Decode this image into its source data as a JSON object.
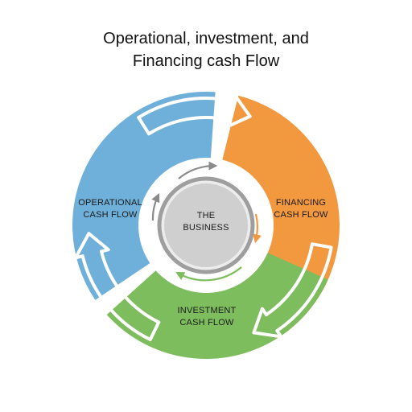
{
  "title": {
    "line1": "Operational, investment, and",
    "line2": "Financing cash Flow"
  },
  "hub": {
    "line1": "THE",
    "line2": "BUSINESS"
  },
  "segments": [
    {
      "id": "operational",
      "line1": "OPERATIONAL",
      "line2": "CASH FLOW",
      "color": "#6FB0DA"
    },
    {
      "id": "financing",
      "line1": "FINANCING",
      "line2": "CASH FLOW",
      "color": "#F2983E"
    },
    {
      "id": "investment",
      "line1": "INVESTMENT",
      "line2": "CASH FLOW",
      "color": "#7EBD5E"
    }
  ],
  "colors": {
    "hub_fill": "#CFCFCF",
    "hub_ring": "#9E9E9E",
    "inner_arrow": "#8A8A8A",
    "inner_arrow_orange": "#F2983E",
    "inner_arrow_green": "#7EBD5E"
  },
  "icons": {
    "flow_arrows": "curved-arrow-icon"
  }
}
